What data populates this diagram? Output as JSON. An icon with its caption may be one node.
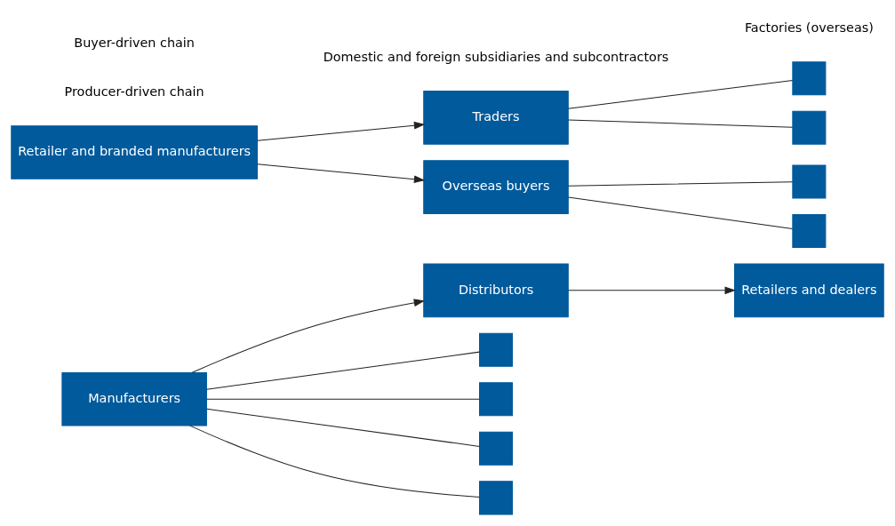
{
  "diagram": {
    "nodes": [
      {
        "text": [
          "Manufacturers"
        ]
      },
      {
        "text": [
          "Distributors"
        ]
      },
      {
        "text": [
          "Retailers and dealers"
        ]
      },
      {
        "text": [],
        "shape": "box"
      },
      {
        "text": [],
        "shape": "box"
      },
      {
        "text": [],
        "shape": "box"
      },
      {
        "text": [],
        "shape": "box"
      },
      {
        "text": [
          "Retailer and branded manufacturers"
        ]
      },
      {
        "text": [
          "Traders"
        ]
      },
      {
        "text": [
          "Overseas buyers"
        ]
      },
      {
        "text": [],
        "shape": "box"
      },
      {
        "text": [],
        "shape": "box"
      },
      {
        "text": [],
        "shape": "box"
      },
      {
        "text": [],
        "shape": "box"
      }
    ],
    "edges": [
      {
        "from": 0,
        "to": 1,
        "arrow": "to"
      },
      {
        "from": 1,
        "to": 2,
        "arrow": "to"
      },
      {
        "from": 0,
        "to": 3,
        "arrow": "none"
      },
      {
        "from": 0,
        "to": 4,
        "arrow": "none"
      },
      {
        "from": 0,
        "to": 5,
        "arrow": "none"
      },
      {
        "from": 0,
        "to": 6,
        "arrow": "none"
      },
      {
        "from": 7,
        "to": 8,
        "arrow": "to"
      },
      {
        "from": 7,
        "to": 9,
        "arrow": "to"
      },
      {
        "from": 8,
        "to": 10,
        "arrow": "none"
      },
      {
        "from": 8,
        "to": 11,
        "arrow": "none"
      },
      {
        "from": 9,
        "to": 12,
        "arrow": "none"
      },
      {
        "from": 9,
        "to": 13,
        "arrow": "none"
      }
    ],
    "labels": [
      "Producer-driven chain",
      "Domestic and foreign subsidiaries and subcontractors",
      "Buyer-driven chain",
      "Factories (overseas)"
    ]
  }
}
